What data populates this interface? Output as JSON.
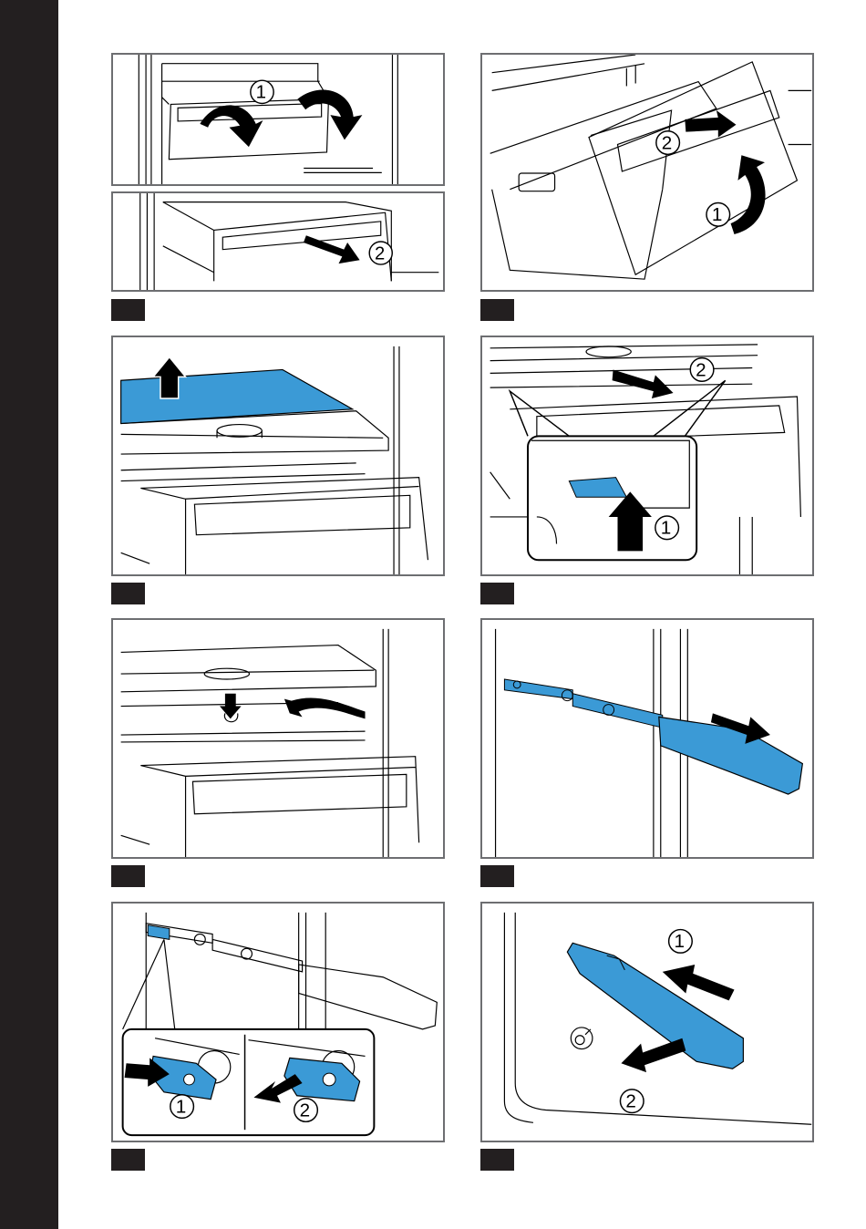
{
  "colors": {
    "accent_blue": "#3b9ad6",
    "ink": "#000000",
    "frame": "#6d6e71",
    "sidebar": "#231f20"
  },
  "steps": [
    {
      "id": "step-a",
      "callouts": [
        "1",
        "2"
      ]
    },
    {
      "id": "step-b",
      "callouts": [
        "1",
        "2"
      ]
    },
    {
      "id": "step-c",
      "callouts": []
    },
    {
      "id": "step-d",
      "callouts": [
        "1",
        "2"
      ]
    },
    {
      "id": "step-e",
      "callouts": []
    },
    {
      "id": "step-f",
      "callouts": []
    },
    {
      "id": "step-g",
      "callouts": [
        "1",
        "2"
      ]
    },
    {
      "id": "step-h",
      "callouts": [
        "1",
        "2"
      ]
    }
  ]
}
